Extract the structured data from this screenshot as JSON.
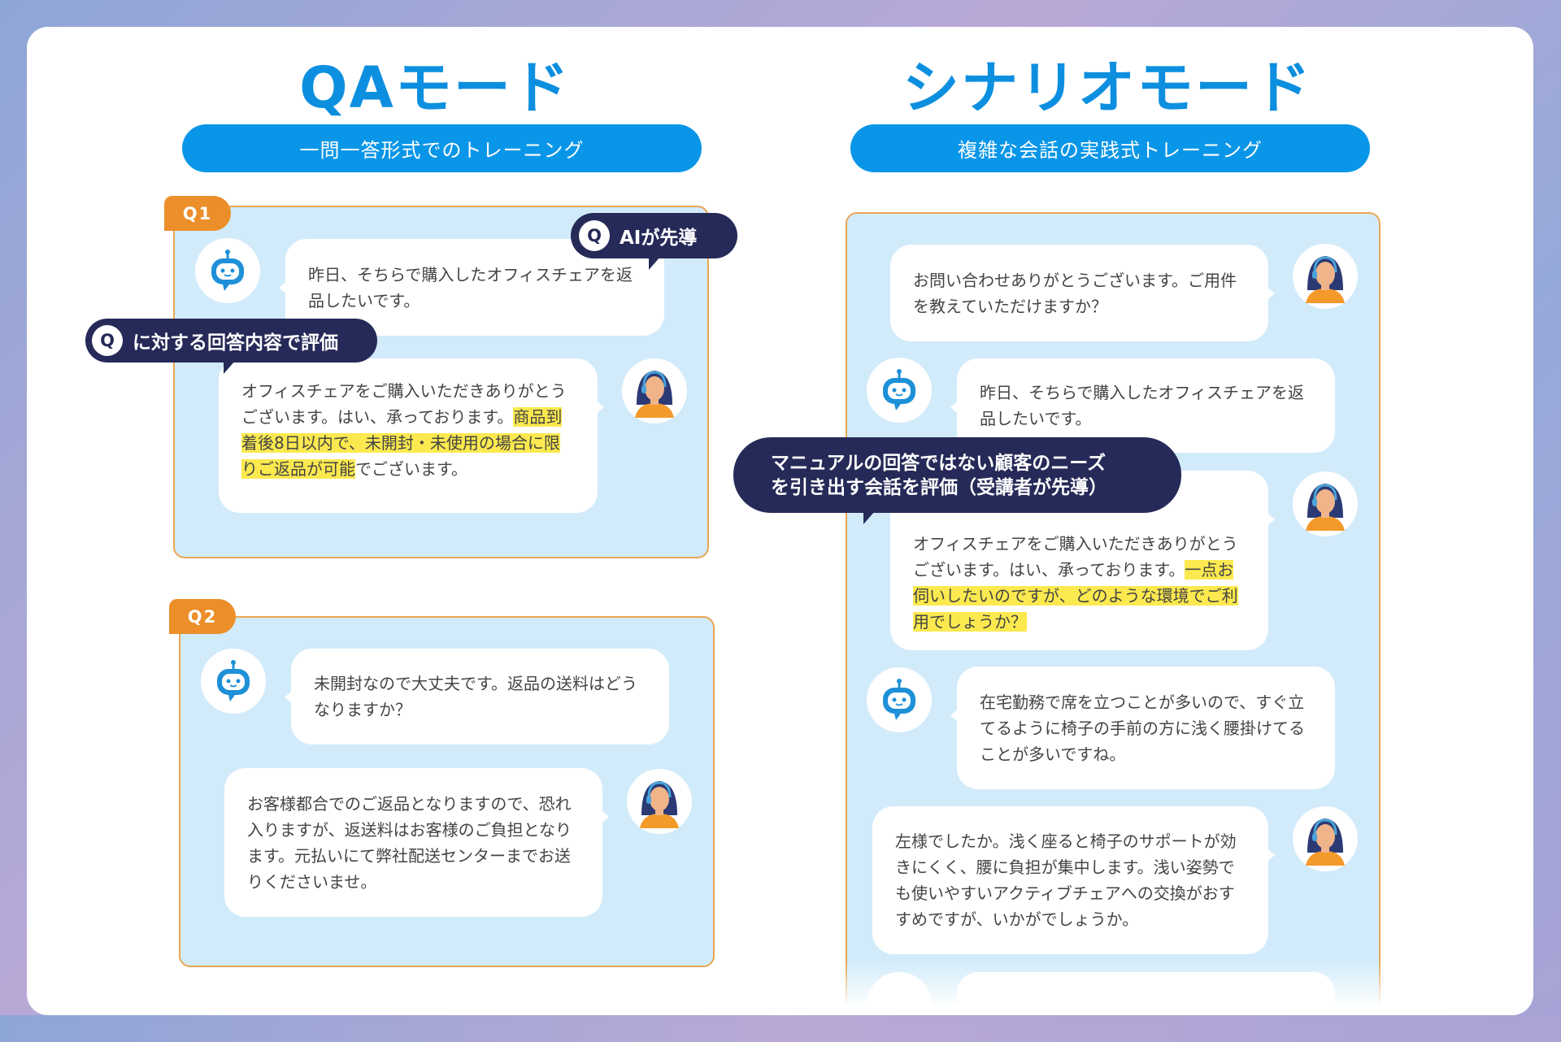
{
  "qa": {
    "title": "QAモード",
    "subtitle": "一問一答形式でのトレーニング",
    "q1": {
      "tag": "Q1",
      "bot": "昨日、そちらで購入したオフィスチェアを返品したいです。",
      "agent_plain": "オフィスチェアをご購入いただきありがとうございます。はい、承っております。",
      "agent_highlight": "商品到着後8日以内で、未開封・未使用の場合に限りご返品が可能",
      "agent_tail": "でございます。"
    },
    "q2": {
      "tag": "Q2",
      "bot": "未開封なので大丈夫です。返品の送料はどうなりますか？",
      "agent": "お客様都合でのご返品となりますので、恐れ入りますが、返送料はお客様のご負担となります。元払いにて弊社配送センターまでお送りくださいませ。"
    },
    "callout_ai": {
      "icon": "Q",
      "text": "AIが先導"
    },
    "callout_eval": {
      "icon": "Q",
      "text": "に対する回答内容で評価"
    }
  },
  "scenario": {
    "title": "シナリオモード",
    "subtitle": "複雑な会話の実践式トレーニング",
    "messages": [
      {
        "role": "agent",
        "text": "お問い合わせありがとうございます。ご用件を教えていただけますか？"
      },
      {
        "role": "bot",
        "text": "昨日、そちらで購入したオフィスチェアを返品したいです。"
      },
      {
        "role": "agent",
        "text": "オフィスチェアをご購入いただきありがとうございます。はい、承っております。",
        "highlight": "一点お伺いしたいのですが、どのような環境でご利用でしょうか？"
      },
      {
        "role": "bot",
        "text": "在宅勤務で席を立つことが多いので、すぐ立てるように椅子の手前の方に浅く腰掛けてることが多いですね。"
      },
      {
        "role": "agent",
        "text": "左様でしたか。浅く座ると椅子のサポートが効きにくく、腰に負担が集中します。浅い姿勢でも使いやすいアクティブチェアへの交換がおすすめですが、いかがでしょうか。"
      }
    ],
    "callout": {
      "line1": "マニュアルの回答ではない顧客のニーズ",
      "line2": "を引き出す会話を評価（受講者が先導）"
    }
  },
  "colors": {
    "accent": "#0a96e8",
    "tag": "#ec8f2a",
    "callout": "#262a58",
    "highlight": "#fbe94f",
    "panel": "#d2ebfb"
  }
}
